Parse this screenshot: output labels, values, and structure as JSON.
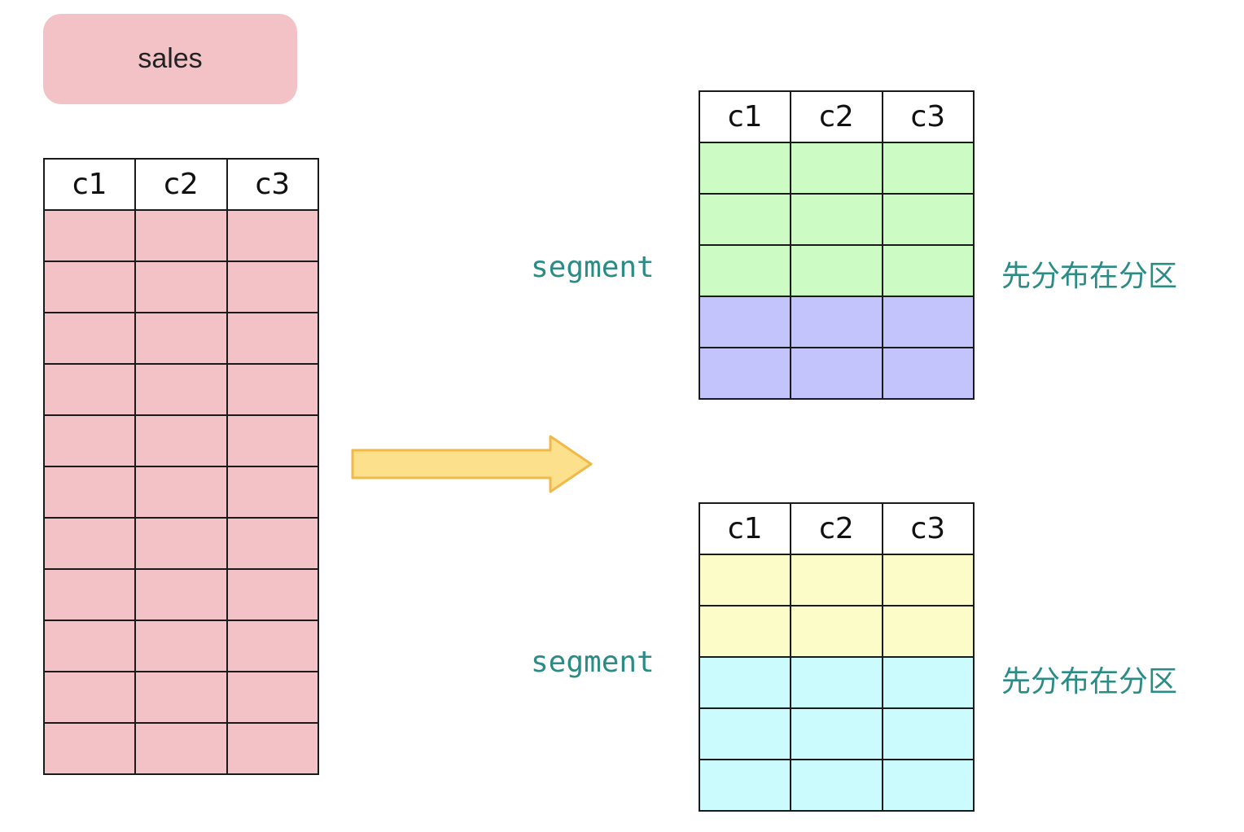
{
  "title": "sales",
  "columns": [
    "c1",
    "c2",
    "c3"
  ],
  "source_table": {
    "row_count": 11,
    "row_color": "#f2c2c6"
  },
  "segments": [
    {
      "label": "segment",
      "note": "先分布在分区",
      "row_groups": [
        {
          "rows": 3,
          "color": "#ccfcc4"
        },
        {
          "rows": 2,
          "color": "#c4c4fc"
        }
      ]
    },
    {
      "label": "segment",
      "note": "先分布在分区",
      "row_groups": [
        {
          "rows": 2,
          "color": "#fcfcc8"
        },
        {
          "rows": 3,
          "color": "#cbfbfc"
        }
      ]
    }
  ],
  "arrow": {
    "fill": "#fce08c",
    "stroke": "#f2b84a"
  }
}
